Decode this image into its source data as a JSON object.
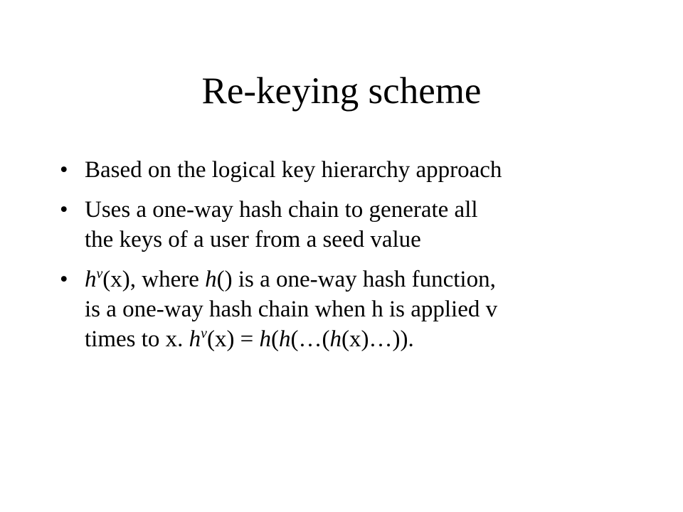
{
  "slide": {
    "title": "Re-keying scheme",
    "bullet_marker": "•",
    "bullets": [
      {
        "text": "Based on the logical key hierarchy approach"
      },
      {
        "line1": "Uses a one-way hash chain to generate all",
        "line2": "the keys of a user from a seed value"
      },
      {
        "runs": {
          "h1": "h",
          "v1": "v",
          "t1": "(x), where ",
          "h2": "h",
          "t2": "() is a one-way hash function,",
          "line2": "is a one-way hash chain when h is applied v",
          "t3": "times to x. ",
          "h3": "h",
          "v2": "v",
          "t4": "(x) = ",
          "h4": "h",
          "t5": "(",
          "h5": "h",
          "t6": "(…(",
          "h6": "h",
          "t7": "(x)…))."
        }
      }
    ]
  }
}
